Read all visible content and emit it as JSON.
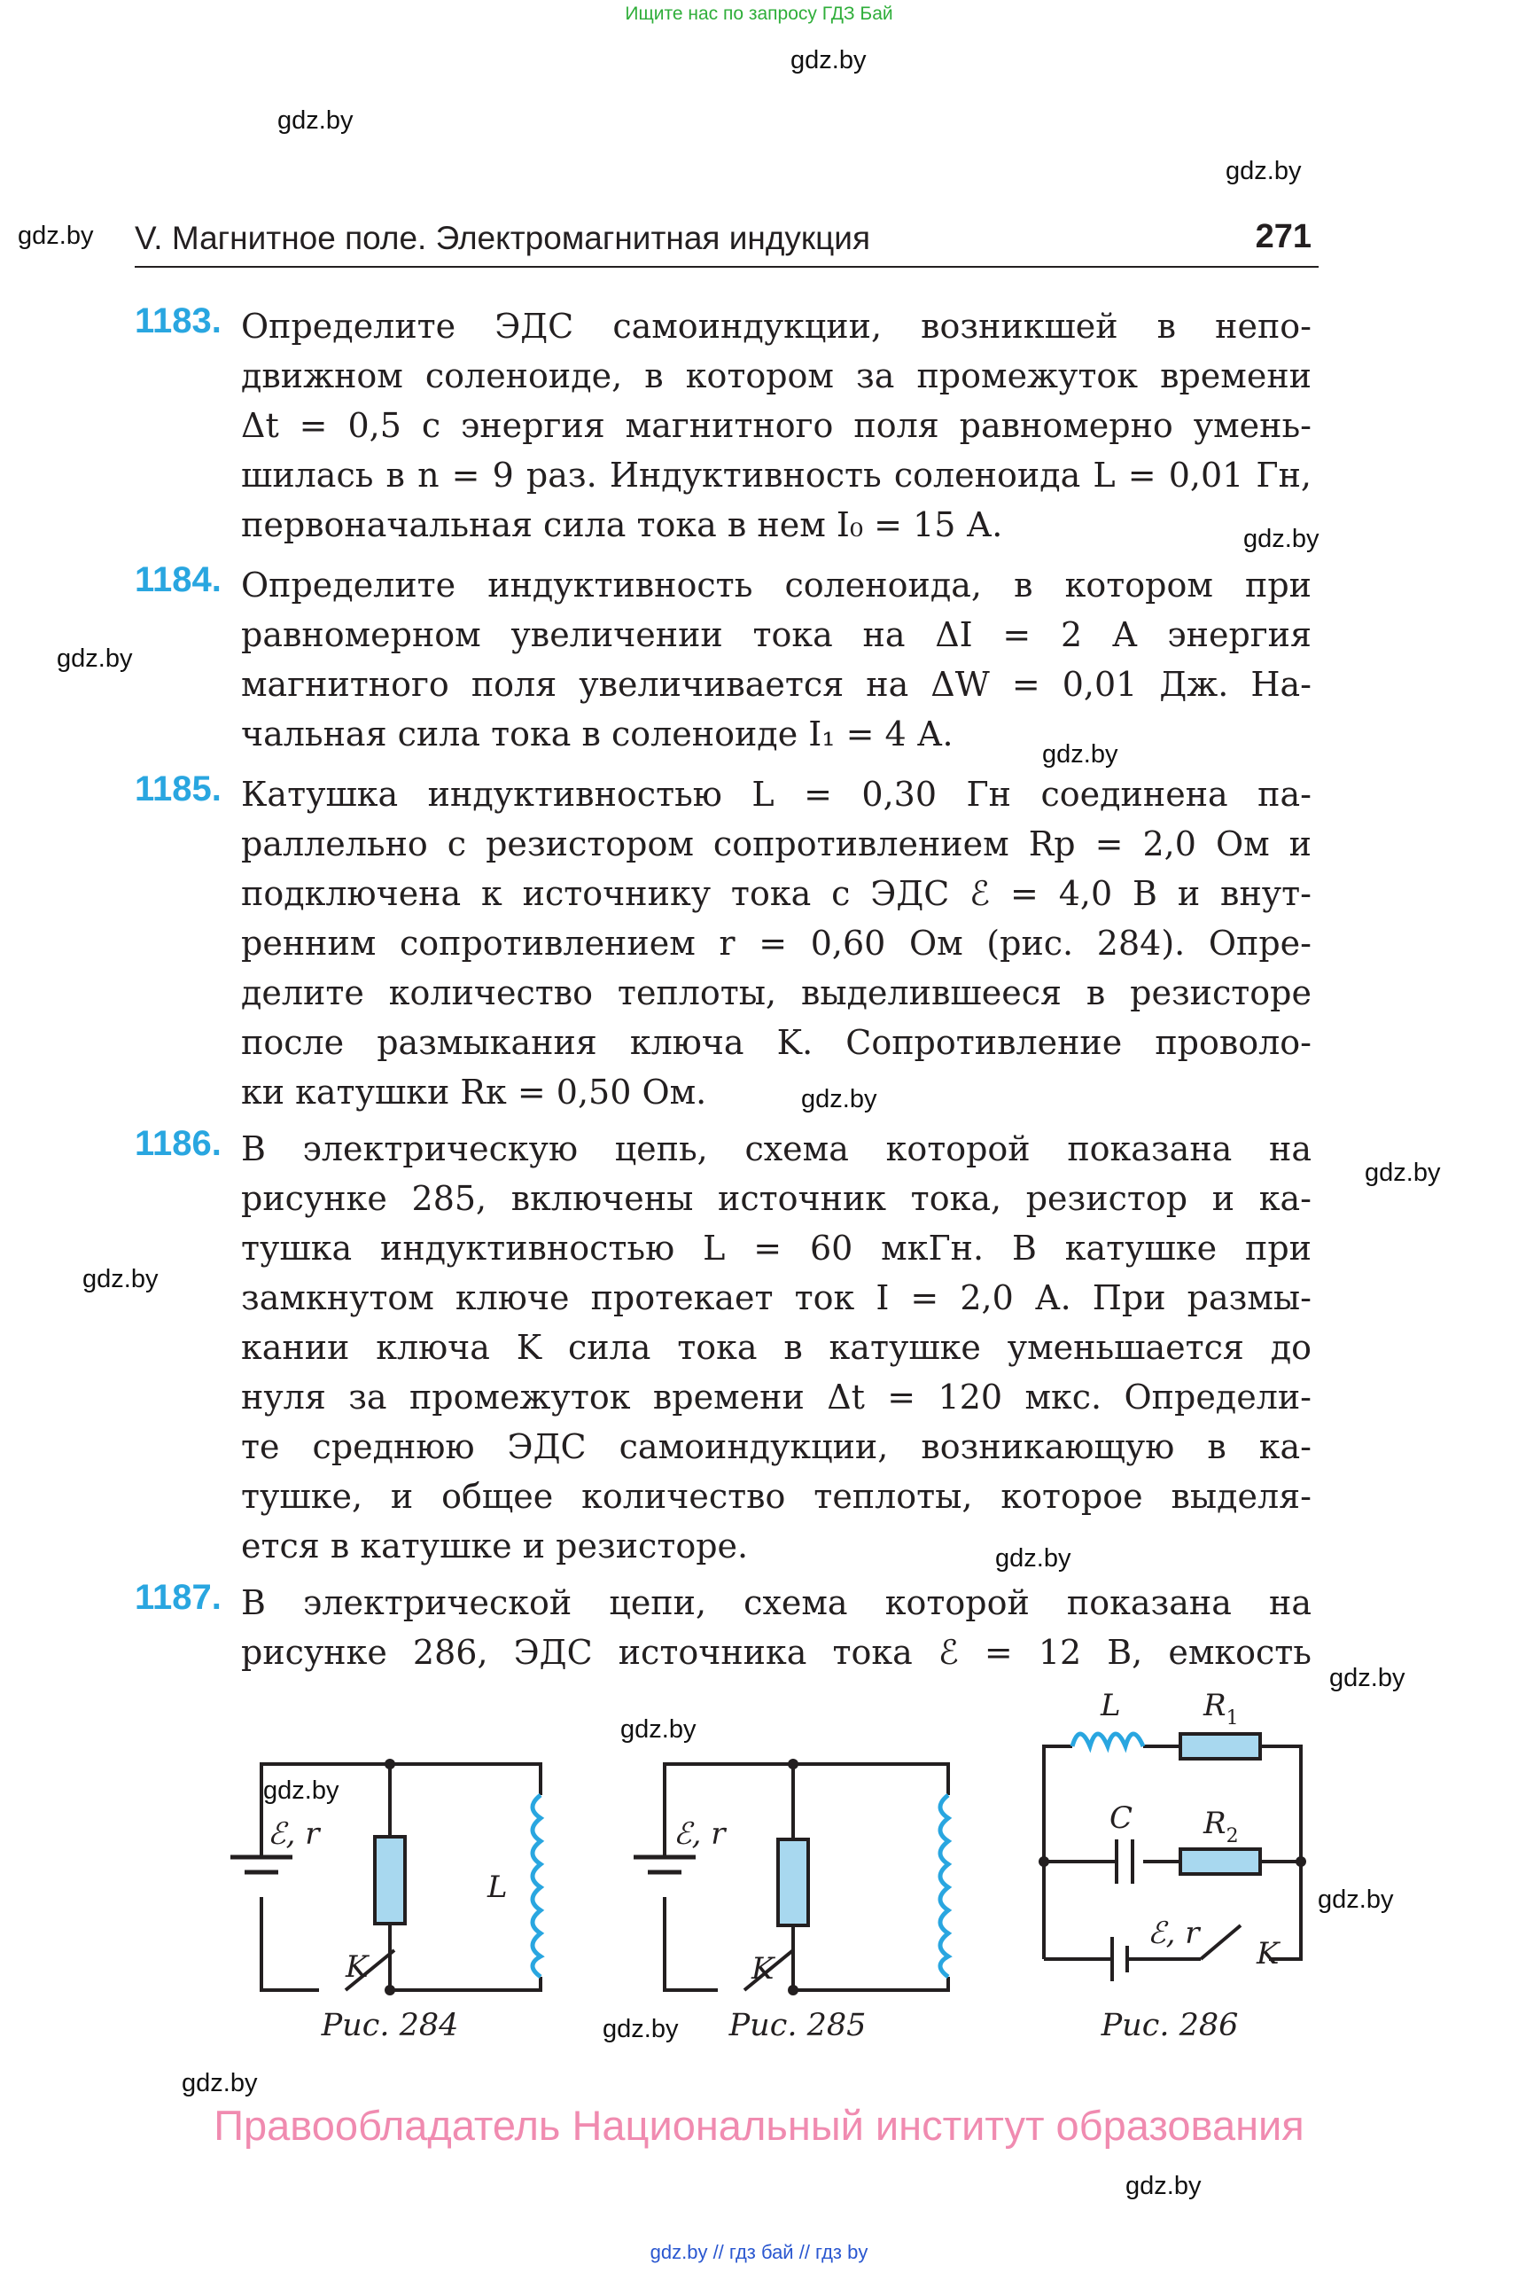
{
  "top_note": "Ищите нас по запросу ГДЗ Бай",
  "watermark": "gdz.by",
  "header": {
    "title": "V. Магнитное поле. Электромагнитная индукция",
    "page_number": "271"
  },
  "problems": [
    {
      "number": "1183.",
      "lines": [
        "Определите ЭДС самоиндукции, возникшей в непо-",
        "движном соленоиде, в котором за промежуток времени",
        "Δt = 0,5 с энергия магнитного поля равномерно умень-",
        "шилась в n = 9 раз. Индуктивность соленоида L = 0,01 Гн,",
        "первоначальная сила тока в нем I₀ = 15 А."
      ]
    },
    {
      "number": "1184.",
      "lines": [
        "Определите индуктивность соленоида, в котором при",
        "равномерном увеличении тока на ΔI = 2 А энергия",
        "магнитного поля увеличивается на ΔW = 0,01 Дж. На-",
        "чальная сила тока в соленоиде I₁ = 4 А."
      ]
    },
    {
      "number": "1185.",
      "lines": [
        "Катушка индуктивностью L = 0,30 Гн соединена па-",
        "раллельно с резистором сопротивлением Rр = 2,0 Ом и",
        "подключена к источнику тока с ЭДС ℰ = 4,0 В и внут-",
        "ренним сопротивлением r = 0,60 Ом (рис. 284). Опре-",
        "делите количество теплоты, выделившееся в резисторе",
        "после размыкания ключа K. Сопротивление проволо-",
        "ки катушки Rк = 0,50 Ом."
      ]
    },
    {
      "number": "1186.",
      "lines": [
        "В электрическую цепь, схема которой показана на",
        "рисунке 285, включены источник тока, резистор и ка-",
        "тушка индуктивностью L = 60 мкГн. В катушке при",
        "замкнутом ключе протекает ток I = 2,0 А. При размы-",
        "кании ключа K сила тока в катушке уменьшается до",
        "нуля за промежуток времени Δt = 120 мкс. Определи-",
        "те среднюю ЭДС самоиндукции, возникающую в ка-",
        "тушке, и общее количество теплоты, которое выделя-",
        "ется в катушке и резисторе."
      ]
    },
    {
      "number": "1187.",
      "lines": [
        "В электрической цепи, схема которой показана на",
        "рисунке 286, ЭДС источника тока ℰ = 12 В, емкость"
      ]
    }
  ],
  "figures": {
    "fig284": {
      "caption": "Рис. 284",
      "emf_label": "ℰ, r",
      "coil_label": "L",
      "key_label": "K"
    },
    "fig285": {
      "caption": "Рис. 285",
      "emf_label": "ℰ, r",
      "key_label": "K"
    },
    "fig286": {
      "caption": "Рис. 286",
      "coil_label": "L",
      "r1_label": "R",
      "r1_sub": "1",
      "cap_label": "C",
      "r2_label": "R",
      "r2_sub": "2",
      "emf_label": "ℰ, r",
      "key_label": "K"
    }
  },
  "rights_holder": "Правообладатель Национальный институт образования",
  "footer": "gdz.by  //  гдз бай  //  гдз by",
  "colors": {
    "accent": "#29a6e0",
    "top_note": "#2fae3a",
    "rights": "#f08bb0",
    "footer": "#2a57d0",
    "resistor_fill": "#a8d8ef",
    "coil_stroke": "#29a6e0"
  }
}
